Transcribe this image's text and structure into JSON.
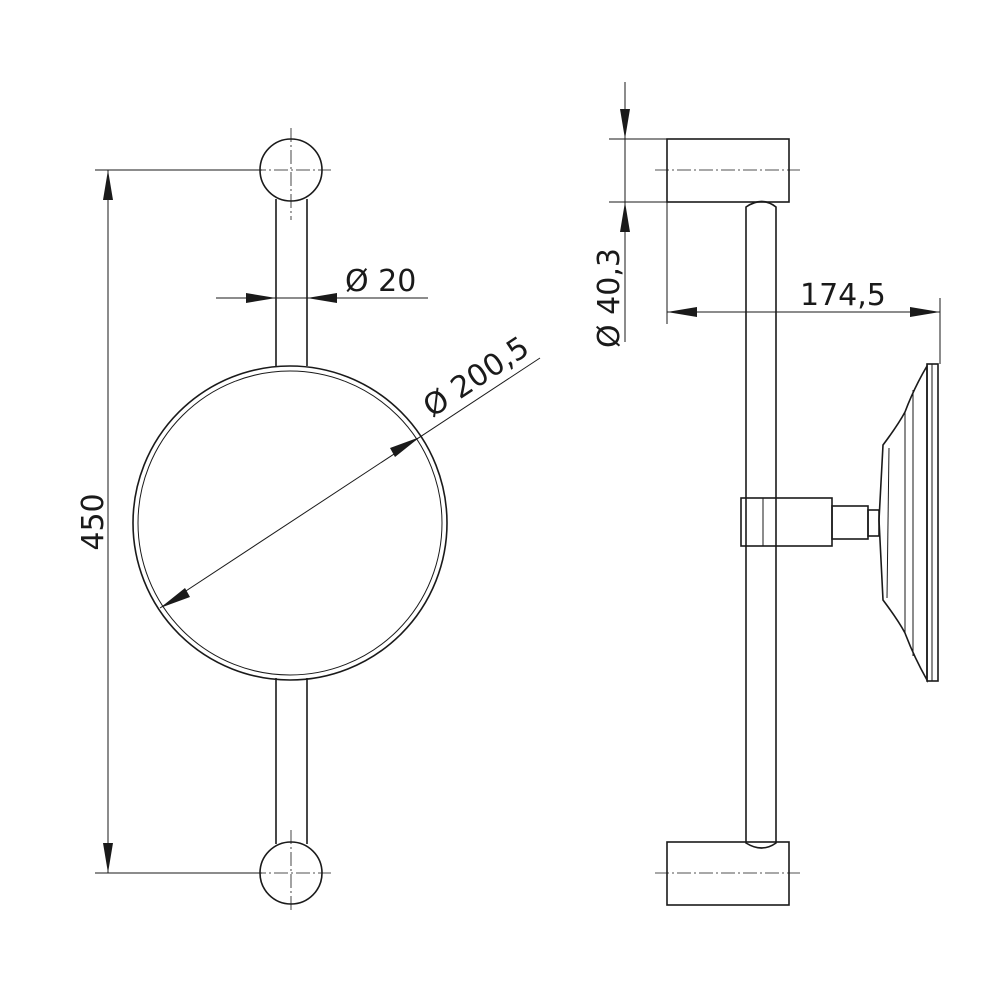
{
  "drawing": {
    "line_color": "#1a1a1a",
    "background": "#ffffff",
    "front_view": {
      "height_dimension": "450",
      "rod_diameter": "Ø 20",
      "mirror_diameter": "Ø 200,5"
    },
    "side_view": {
      "bracket_diameter": "Ø 40,3",
      "projection_depth": "174,5"
    }
  }
}
